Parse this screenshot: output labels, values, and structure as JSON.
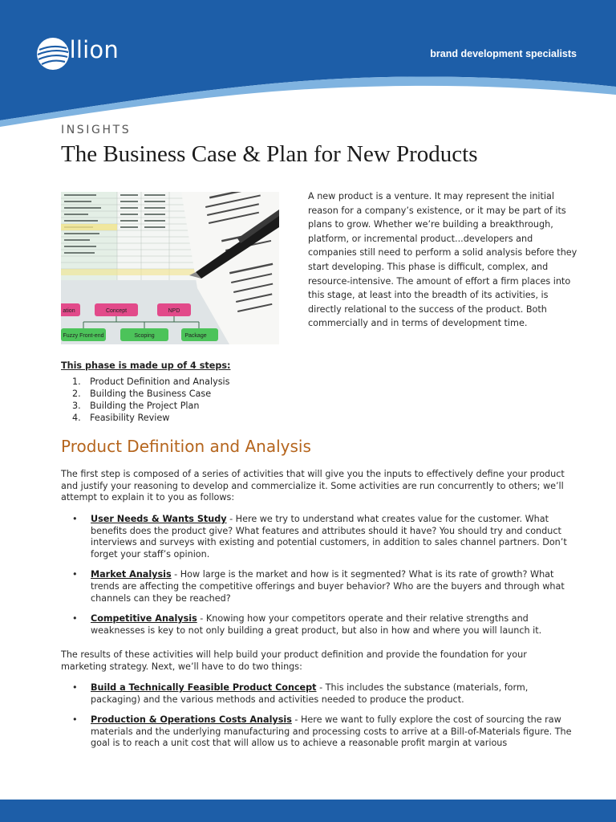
{
  "header": {
    "brand": "Sellion",
    "tagline": "brand development specialists",
    "colors": {
      "primary": "#1d5ea8",
      "accent": "#7fb3e0"
    }
  },
  "article": {
    "kicker": "INSIGHTS",
    "title": "The Business Case & Plan for New Products",
    "intro": "A new product is a venture. It may represent the initial reason for a company’s existence, or it may be part of its plans to grow. Whether we’re building a breakthrough, platform, or incremental product...developers and companies still need to perform a solid analysis before they start developing. This phase is difficult, complex, and resource-intensive. The amount of effort a firm places into this stage, at least into the breadth of its activities, is directly relational to the success of the product. Both commercially and in terms of development time.",
    "photo_labels": [
      "Concept",
      "NPD",
      "Scoping",
      "Package",
      "Fuzzy Front-end",
      "ation"
    ],
    "steps_heading": "This phase is made up of 4 steps:",
    "steps": [
      {
        "num": "1.",
        "text": "Product Definition and Analysis"
      },
      {
        "num": "2.",
        "text": "Building the Business Case"
      },
      {
        "num": "3.",
        "text": "Building the Project Plan"
      },
      {
        "num": "4.",
        "text": "Feasibility Review"
      }
    ],
    "section_title": "Product Definition and Analysis",
    "section_intro": "The first step is composed of a series of activities that will give you the inputs to effectively define your product and justify your reasoning to develop and commercialize it. Some activities are run concurrently to others; we’ll attempt to explain it to you as follows:",
    "activities": [
      {
        "term": "User Needs & Wants Study",
        "text": " - Here we try to understand what creates value for the customer. What benefits does the product give? What features and attributes should it have? You should try and conduct interviews and surveys with existing and potential customers, in addition to sales channel partners. Don’t forget your staff’s opinion."
      },
      {
        "term": "Market Analysis",
        "text": " - How large is the market and how is it segmented? What is its rate of growth? What trends are affecting the competitive offerings and buyer behavior? Who are the buyers and through what channels can they be reached?"
      },
      {
        "term": "Competitive Analysis",
        "text": " - Knowing how your competitors operate and their relative strengths and weaknesses is key to not only building a great product, but also in how and where you will launch it."
      }
    ],
    "results_text": "The results of these activities will help build your product definition and provide the foundation for your marketing strategy. Next, we’ll have to do two things:",
    "next_steps": [
      {
        "term": "Build a Technically Feasible Product Concept",
        "text": " - This includes the substance (materials, form, packaging) and the various methods and activities needed to produce the product."
      },
      {
        "term": "Production & Operations Costs Analysis",
        "text": " - Here we want to fully explore the cost of sourcing the raw materials and the underlying manufacturing and processing costs to arrive at a Bill-of-Materials figure.  The goal is to reach a unit cost that will allow us to achieve a reasonable profit margin at various"
      }
    ],
    "bullet_glyph": "•"
  }
}
